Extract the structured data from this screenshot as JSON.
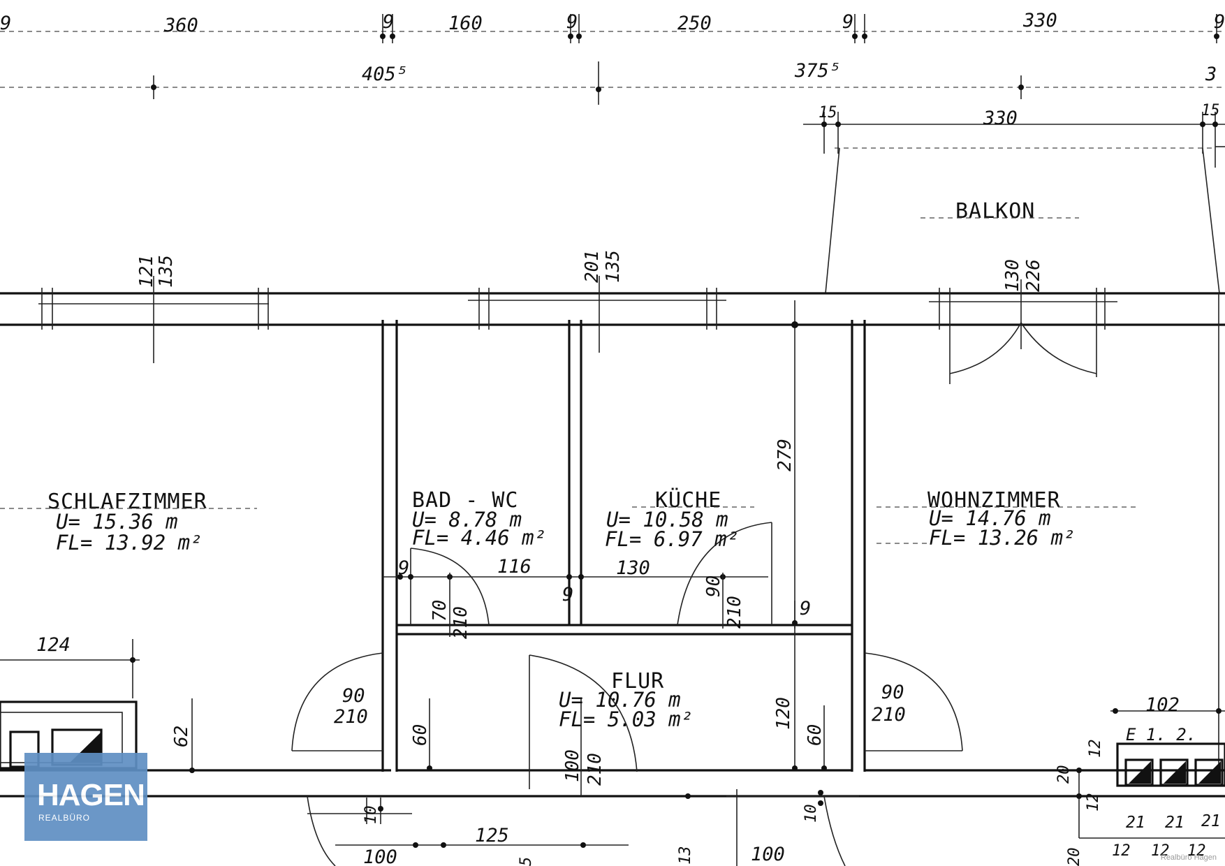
{
  "rooms": {
    "schlafzimmer": {
      "name": "SCHLAFZIMMER",
      "u": "U= 15.36 m",
      "fl": "FL= 13.92 m²"
    },
    "bad": {
      "name": "BAD - WC",
      "u": "U= 8.78 m",
      "fl": "FL= 4.46 m²"
    },
    "kueche": {
      "name": "KÜCHE",
      "u": "U= 10.58 m",
      "fl": "FL= 6.97 m²"
    },
    "wohnzimmer": {
      "name": "WOHNZIMMER",
      "u": "U= 14.76 m",
      "fl": "FL= 13.26 m²"
    },
    "flur": {
      "name": "FLUR",
      "u": "U= 10.76 m",
      "fl": "FL= 5.03 m²"
    },
    "balkon": {
      "name": "BALKON"
    }
  },
  "dims": {
    "top_9a": "9",
    "top_360": "360",
    "top_9b": "9",
    "top_160": "160",
    "top_9c": "9",
    "top_250": "250",
    "top_9d": "9",
    "top_330": "330",
    "top_9e": "9",
    "row2_405": "405⁵",
    "row2_375": "375⁵",
    "row2_3": "3",
    "balk_15a": "15",
    "balk_330": "330",
    "balk_15b": "15",
    "win1_a": "121",
    "win1_b": "135",
    "win2_a": "201",
    "win2_b": "135",
    "door_bal_a": "130",
    "door_bal_b": "226",
    "h_279": "279",
    "bad_116": "116",
    "bad_9": "9",
    "bad_9b": "9",
    "bad_70": "70",
    "bad_210": "210",
    "kue_130": "130",
    "kue_90": "90",
    "kue_210": "210",
    "kue_9": "9",
    "left_124": "124",
    "left_62": "62",
    "flur_90a": "90",
    "flur_210a": "210",
    "flur_60a": "60",
    "flur_100": "100",
    "flur_210b": "210",
    "flur_120": "120",
    "flur_60b": "60",
    "flur_90b": "90",
    "flur_210c": "210",
    "br_102": "102",
    "br_e12": "E  1.  2.",
    "br_12a": "12",
    "br_20": "20",
    "br_12b": "12",
    "br_21a": "21",
    "br_21b": "21",
    "br_21c": "21",
    "br_12c": "12",
    "br_12d": "12",
    "br_12e": "12",
    "bot_10a": "10",
    "bot_125": "125",
    "bot_100a": "100",
    "bot_13": "13",
    "bot_10b": "10",
    "bot_100b": "100",
    "bot_20": "20",
    "bot_5": "5"
  },
  "logo": {
    "wordmark": "HAGEN",
    "sub": "REALBÜRO"
  },
  "credit": "Realbüro Hagen"
}
